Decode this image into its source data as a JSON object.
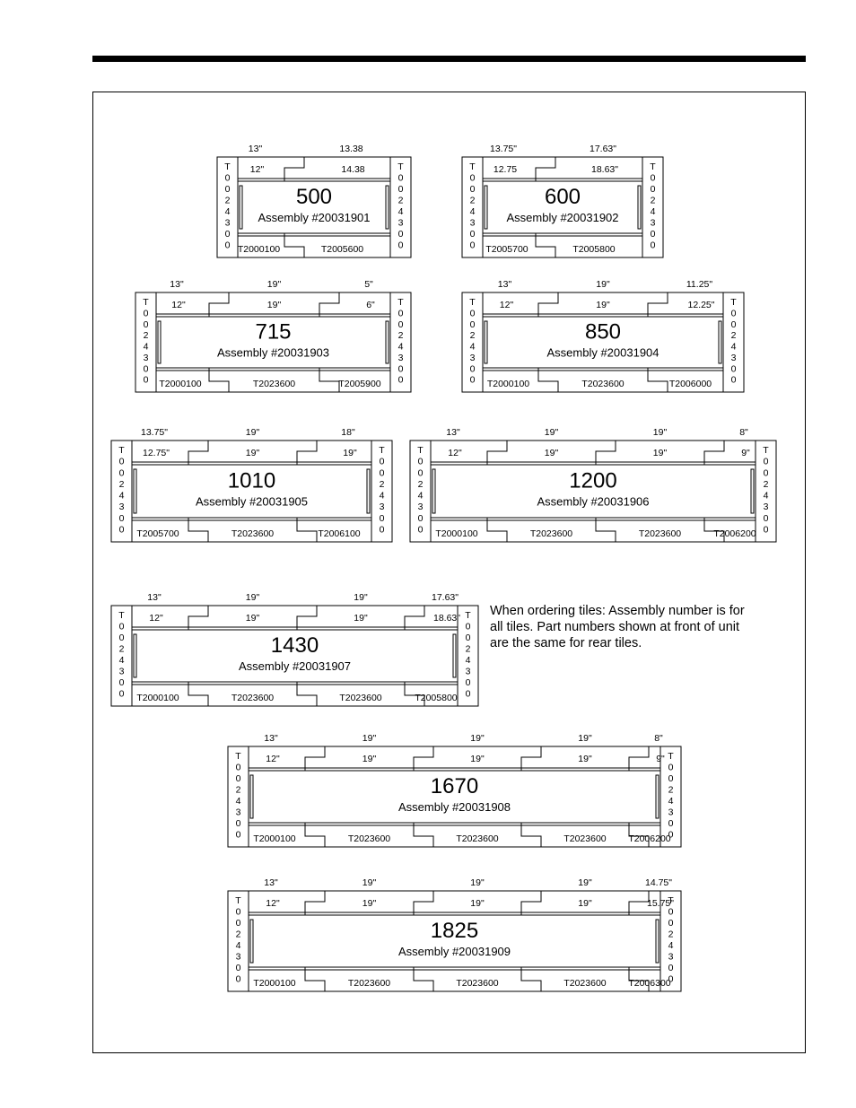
{
  "note": "When ordering tiles: Assembly number is for all tiles. Part numbers shown at front of unit are the same for rear tiles.",
  "end_cap_part": [
    "T",
    "0",
    "0",
    "2",
    "4",
    "3",
    "0",
    "0"
  ],
  "units": [
    {
      "id": "500",
      "title": "500",
      "assembly": "Assembly #20031901",
      "outer": [
        "13\"",
        "13.38"
      ],
      "inner": [
        "12\"",
        "14.38"
      ],
      "parts": [
        "T2000100",
        "T2005600"
      ]
    },
    {
      "id": "600",
      "title": "600",
      "assembly": "Assembly #20031902",
      "outer": [
        "13.75\"",
        "17.63\""
      ],
      "inner": [
        "12.75",
        "18.63\""
      ],
      "parts": [
        "T2005700",
        "T2005800"
      ]
    },
    {
      "id": "715",
      "title": "715",
      "assembly": "Assembly #20031903",
      "outer": [
        "13\"",
        "19\"",
        "5\""
      ],
      "inner": [
        "12\"",
        "19\"",
        "6\""
      ],
      "parts": [
        "T2000100",
        "T2023600",
        "T2005900"
      ]
    },
    {
      "id": "850",
      "title": "850",
      "assembly": "Assembly #20031904",
      "outer": [
        "13\"",
        "19\"",
        "11.25\""
      ],
      "inner": [
        "12\"",
        "19\"",
        "12.25\""
      ],
      "parts": [
        "T2000100",
        "T2023600",
        "T2006000"
      ]
    },
    {
      "id": "1010",
      "title": "1010",
      "assembly": "Assembly #20031905",
      "outer": [
        "13.75\"",
        "19\"",
        "18\""
      ],
      "inner": [
        "12.75\"",
        "19\"",
        "19\""
      ],
      "parts": [
        "T2005700",
        "T2023600",
        "T2006100"
      ]
    },
    {
      "id": "1200",
      "title": "1200",
      "assembly": "Assembly #20031906",
      "outer": [
        "13\"",
        "19\"",
        "19\"",
        "8\""
      ],
      "inner": [
        "12\"",
        "19\"",
        "19\"",
        "9\""
      ],
      "parts": [
        "T2000100",
        "T2023600",
        "T2023600",
        "T2006200"
      ]
    },
    {
      "id": "1430",
      "title": "1430",
      "assembly": "Assembly #20031907",
      "outer": [
        "13\"",
        "19\"",
        "19\"",
        "17.63\""
      ],
      "inner": [
        "12\"",
        "19\"",
        "19\"",
        "18.63\""
      ],
      "parts": [
        "T2000100",
        "T2023600",
        "T2023600",
        "T2005800"
      ]
    },
    {
      "id": "1670",
      "title": "1670",
      "assembly": "Assembly #20031908",
      "outer": [
        "13\"",
        "19\"",
        "19\"",
        "19\"",
        "8\""
      ],
      "inner": [
        "12\"",
        "19\"",
        "19\"",
        "19\"",
        "9\""
      ],
      "parts": [
        "T2000100",
        "T2023600",
        "T2023600",
        "T2023600",
        "T2006200"
      ]
    },
    {
      "id": "1825",
      "title": "1825",
      "assembly": "Assembly #20031909",
      "outer": [
        "13\"",
        "19\"",
        "19\"",
        "19\"",
        "14.75\""
      ],
      "inner": [
        "12\"",
        "19\"",
        "19\"",
        "19\"",
        "15.75\""
      ],
      "parts": [
        "T2000100",
        "T2023600",
        "T2023600",
        "T2023600",
        "T2006300"
      ]
    }
  ]
}
